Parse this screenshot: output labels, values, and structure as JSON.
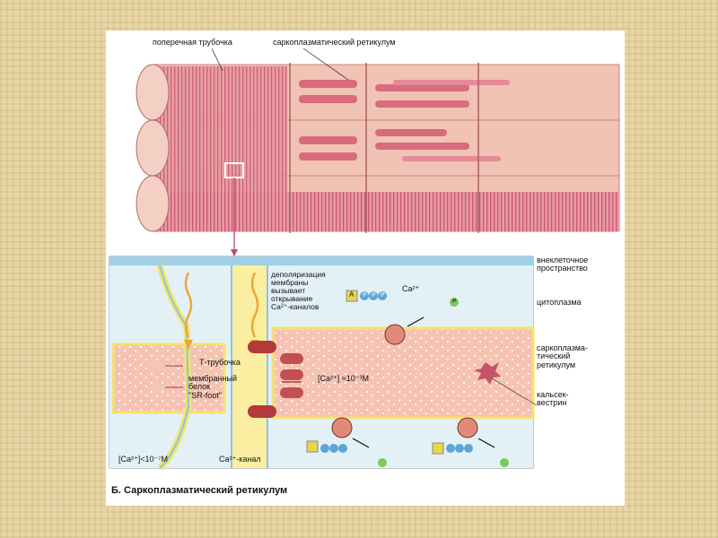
{
  "top": {
    "label_t_tubule": "поперечная трубочка",
    "label_sr": "саркоплазматический ретикулум"
  },
  "detail": {
    "label_extracellular": "внеклеточное\nпространство",
    "label_cytoplasm": "цитоплазма",
    "label_sr": "саркоплазма-\nтический\nретикулум",
    "label_calsequestrin": "кальсек-\nвестрин",
    "label_t_tubule": "Т-трубочка",
    "label_sr_foot": "мембранный\nбелок\n\"SR-foot\"",
    "label_depolarization": "деполяризация\nмембраны\nвызывает\nоткрывание\nCa²⁺-каналов",
    "label_ca_channel": "Ca²⁺-канал",
    "label_ca_ion": "Ca²⁺",
    "label_conc_sr": "[Ca²⁺] ≈10⁻³M",
    "label_conc_cyto": "[Ca²⁺]<10⁻⁷M",
    "pump_letters": [
      "A",
      "P",
      "P",
      "P",
      "P"
    ]
  },
  "caption": "Б. Саркоплазматический ретикулум",
  "colors": {
    "fiber": "#e8a0a8",
    "fiber_dark": "#c2566a",
    "sr": "#f3b7a8",
    "membrane_yellow": "#f5e36a",
    "membrane_blue": "#8ac6df",
    "cytoplasm": "#dff0f7",
    "atp_yellow": "#e6d84a",
    "atp_blue": "#5aa6d8",
    "phosphate_green": "#7dc95b",
    "channel": "#b33a3a"
  }
}
